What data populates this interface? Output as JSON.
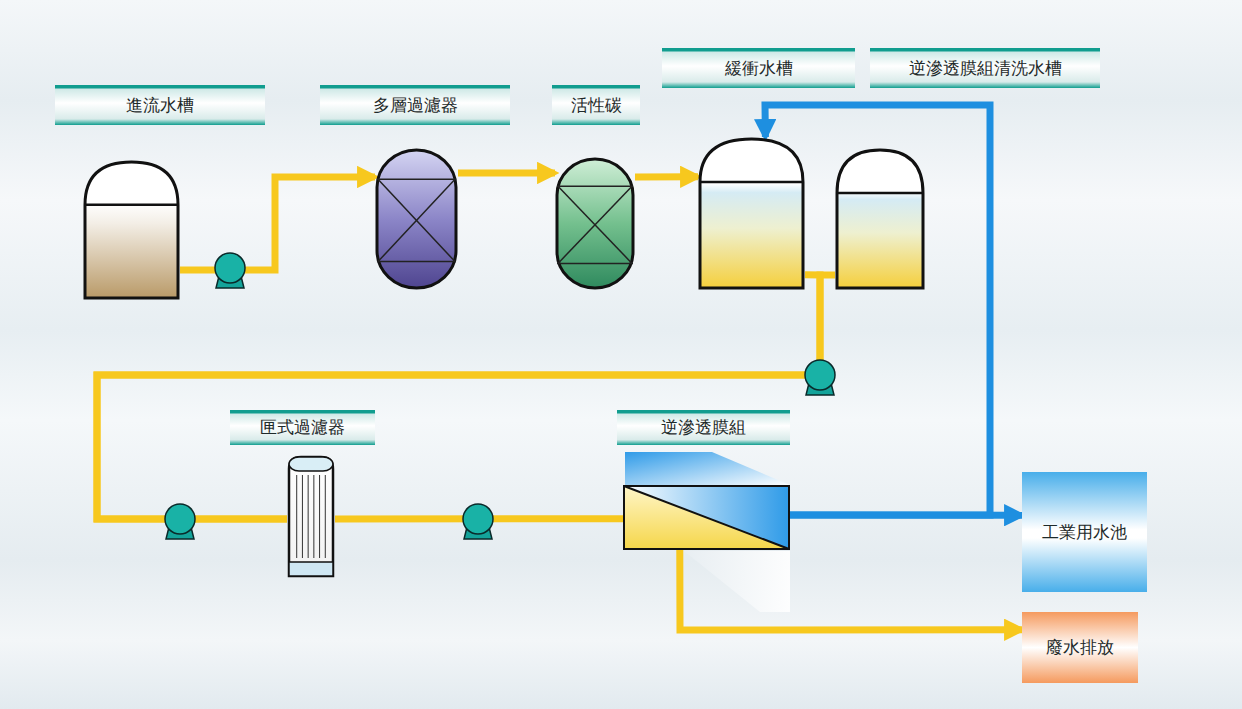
{
  "diagram": {
    "nodes": [
      {
        "text": [
          "進流水槽"
        ]
      },
      {
        "text": [
          "多層過濾器"
        ]
      },
      {
        "text": [
          "活性碳"
        ]
      },
      {
        "text": [
          "緩衝水槽"
        ]
      },
      {
        "text": [
          "逆滲透膜組清洗水槽"
        ]
      },
      {
        "text": [
          "匣式過濾器"
        ]
      },
      {
        "text": [
          "逆滲透膜組"
        ]
      },
      {
        "text": [
          "工業用水池"
        ]
      },
      {
        "text": [
          "廢水排放"
        ]
      }
    ],
    "edges": [
      {
        "from": 0,
        "to": 1,
        "arrow": "to"
      },
      {
        "from": 1,
        "to": 2,
        "arrow": "to"
      },
      {
        "from": 2,
        "to": 3,
        "arrow": "to"
      },
      {
        "from": 3,
        "to": 5,
        "arrow": "none"
      },
      {
        "from": 4,
        "to": 5,
        "arrow": "none"
      },
      {
        "from": 5,
        "to": 6,
        "arrow": "none"
      },
      {
        "from": 6,
        "to": 7,
        "arrow": "to"
      },
      {
        "from": 6,
        "to": 3,
        "arrow": "to"
      },
      {
        "from": 6,
        "to": 8,
        "arrow": "to"
      }
    ]
  }
}
